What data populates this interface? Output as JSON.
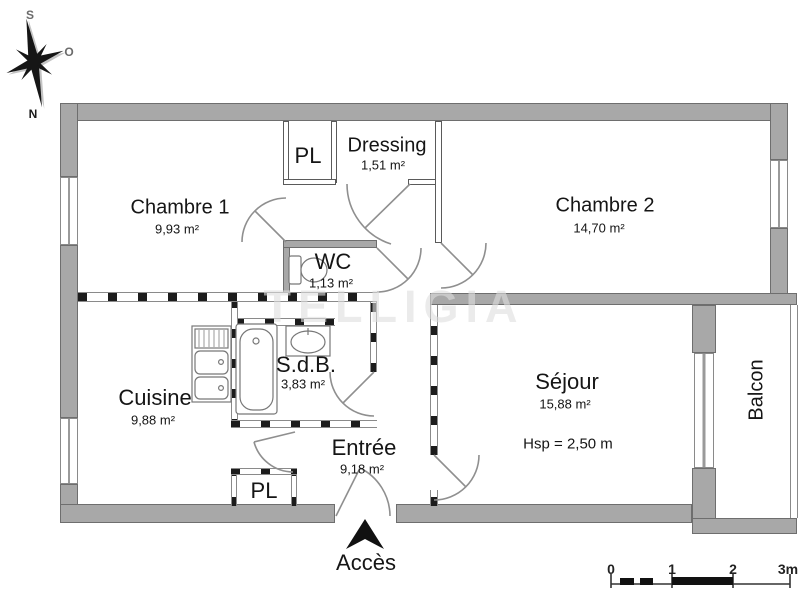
{
  "compass": {
    "south": "S",
    "west": "O",
    "north": "N"
  },
  "rooms": {
    "chambre1": {
      "name": "Chambre 1",
      "area": "9,93 m²"
    },
    "pl_top": {
      "name": "PL"
    },
    "dressing": {
      "name": "Dressing",
      "area": "1,51 m²"
    },
    "chambre2": {
      "name": "Chambre 2",
      "area": "14,70 m²"
    },
    "wc": {
      "name": "WC",
      "area": "1,13 m²"
    },
    "sdb": {
      "name": "S.d.B.",
      "area": "3,83 m²"
    },
    "cuisine": {
      "name": "Cuisine",
      "area": "9,88 m²"
    },
    "entree": {
      "name": "Entrée",
      "area": "9,18 m²"
    },
    "sejour": {
      "name": "Séjour",
      "area": "15,88 m²",
      "ceiling_height": "Hsp = 2,50 m"
    },
    "pl_bottom": {
      "name": "PL"
    },
    "balcon": {
      "name": "Balcon"
    }
  },
  "access_label": "Accès",
  "scale_bar": {
    "ticks": [
      "0",
      "1",
      "2",
      "3m"
    ]
  },
  "watermark": "TELLIGIA",
  "colors": {
    "wall": "#a8a8a8",
    "line": "#8a8a8a",
    "text": "#151515"
  }
}
